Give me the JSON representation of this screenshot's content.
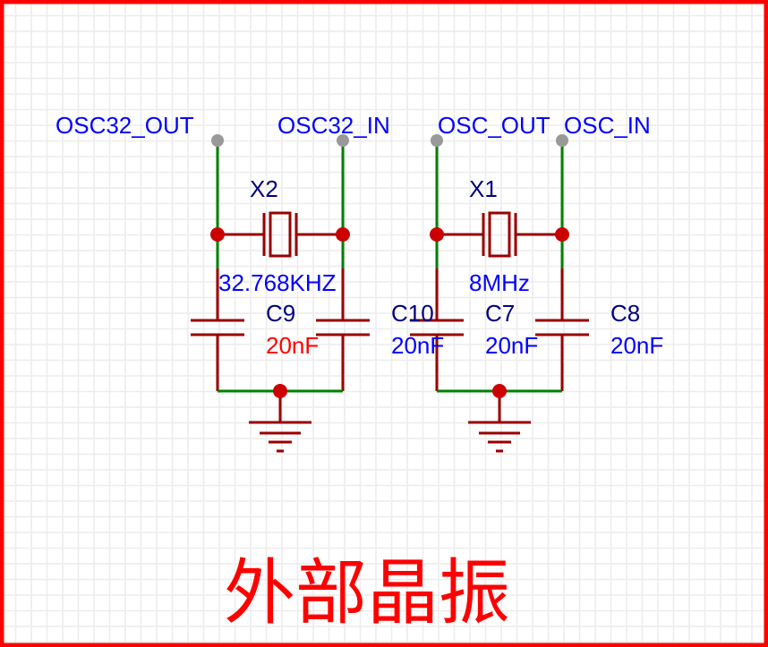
{
  "colors": {
    "frame": "#ff0000",
    "wire": "#008000",
    "component": "#990000",
    "junction": "#cc0000",
    "net_label": "#0000ff",
    "designator": "#000080",
    "highlight_value": "#ff0000",
    "pin": "#999999"
  },
  "nets": {
    "osc32_out": "OSC32_OUT",
    "osc32_in": "OSC32_IN",
    "osc_out": "OSC_OUT",
    "osc_in": "OSC_IN"
  },
  "crystals": [
    {
      "designator": "X2",
      "value": "32.768KHZ"
    },
    {
      "designator": "X1",
      "value": "8MHz"
    }
  ],
  "capacitors": [
    {
      "designator": "C9",
      "value": "20nF"
    },
    {
      "designator": "C10",
      "value": "20nF"
    },
    {
      "designator": "C7",
      "value": "20nF"
    },
    {
      "designator": "C8",
      "value": "20nF"
    }
  ],
  "title": "外部晶振"
}
